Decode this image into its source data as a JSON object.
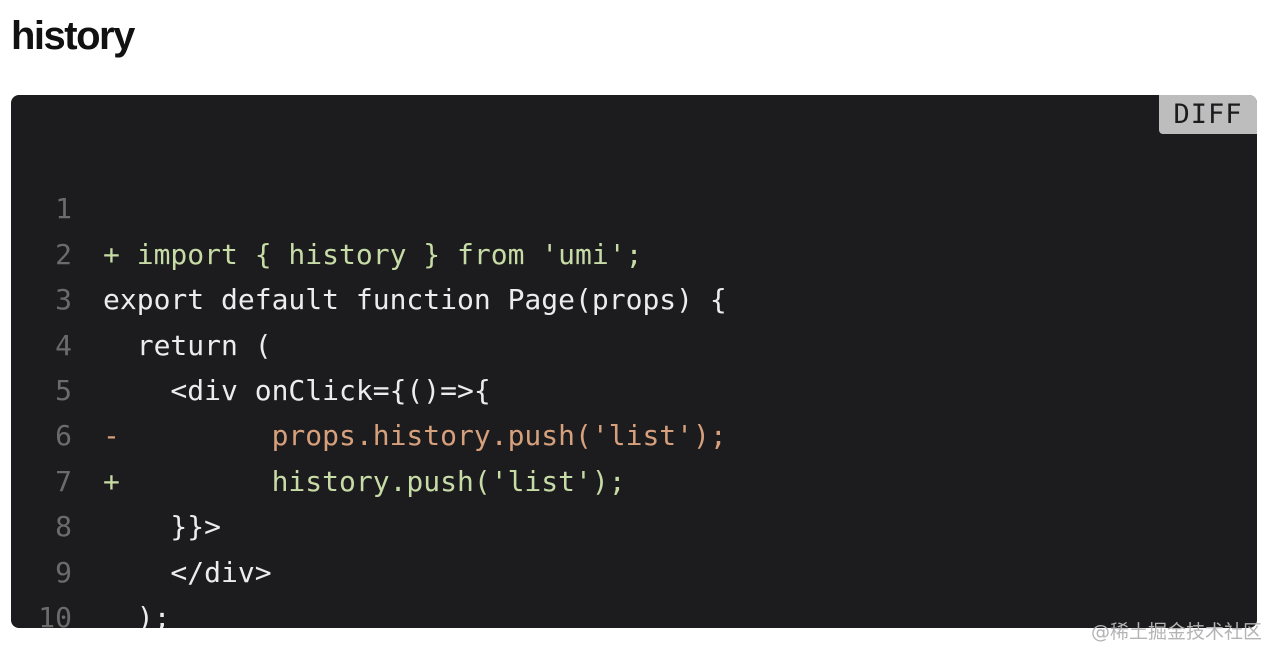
{
  "heading": "history",
  "code_block": {
    "language_badge": "DIFF",
    "lines": [
      {
        "number": "1",
        "code": "+ import { history } from 'umi';",
        "kind": "added"
      },
      {
        "number": "2",
        "code": "export default function Page(props) {",
        "kind": "plain"
      },
      {
        "number": "3",
        "code": "  return (",
        "kind": "plain"
      },
      {
        "number": "4",
        "code": "    <div onClick={()=>{",
        "kind": "plain"
      },
      {
        "number": "5",
        "code": "-         props.history.push('list');",
        "kind": "removed"
      },
      {
        "number": "6",
        "code": "+         history.push('list');",
        "kind": "added"
      },
      {
        "number": "7",
        "code": "    }}>",
        "kind": "plain"
      },
      {
        "number": "8",
        "code": "    </div>",
        "kind": "plain"
      },
      {
        "number": "9",
        "code": "  );",
        "kind": "plain"
      },
      {
        "number": "10",
        "code": "}",
        "kind": "plain"
      }
    ]
  },
  "watermark": "@稀土掘金技术社区",
  "colors": {
    "background": "#ffffff",
    "code_background": "#1c1c1e",
    "badge_background": "#bdbdbd",
    "plain_text": "#ececec",
    "added_text": "#c7dba6",
    "removed_text": "#d7a07c",
    "line_number": "#6b6b6b"
  }
}
